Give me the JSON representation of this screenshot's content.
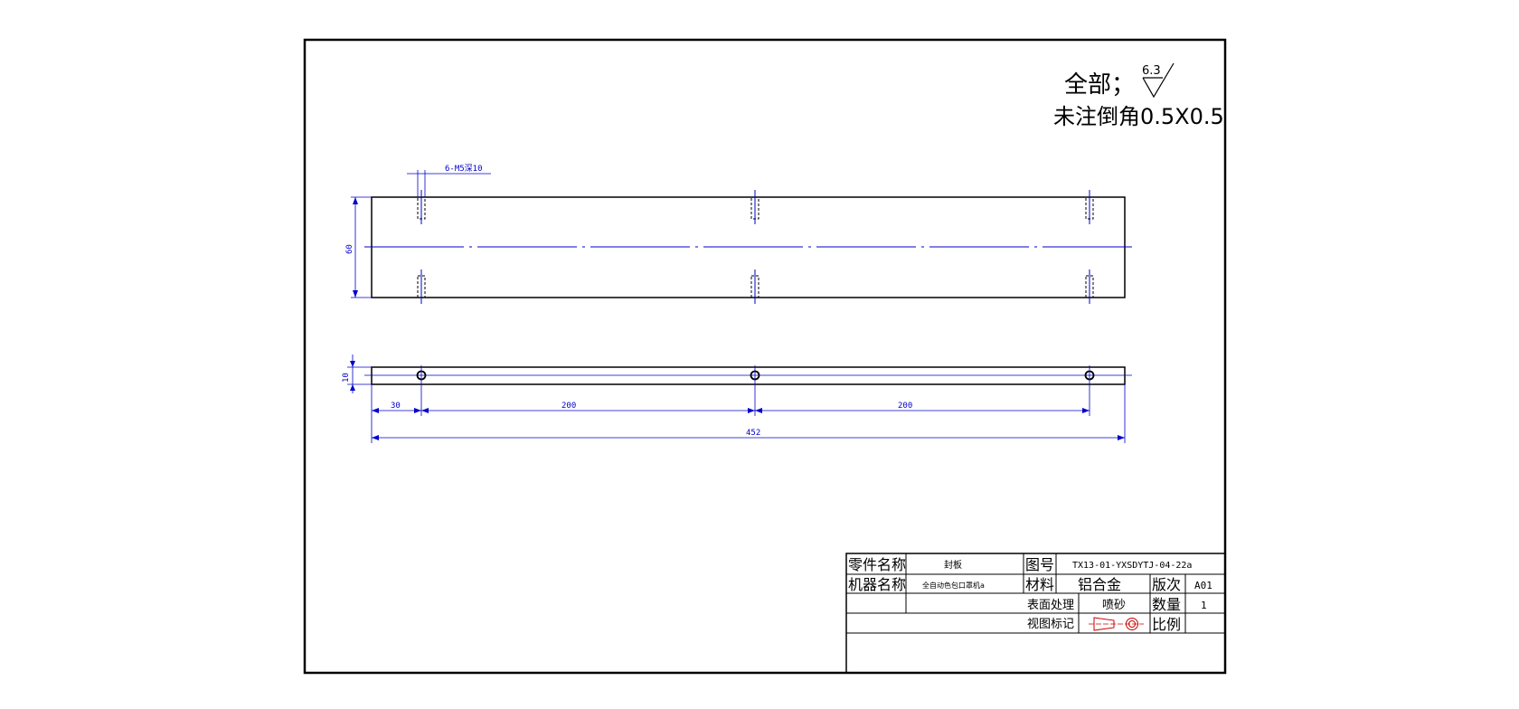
{
  "notes": {
    "surface_prefix": "全部；",
    "roughness_value": "6.3",
    "chamfer_note": "未注倒角0.5X0.5"
  },
  "dimensions": {
    "hole_callout": "6-M5深10",
    "height": "60",
    "thickness": "10",
    "edge_offset": "30",
    "spacing_1": "200",
    "spacing_2": "200",
    "overall_length": "452"
  },
  "title_block": {
    "part_name_label": "零件名称",
    "part_name": "封板",
    "drawing_no_label": "图号",
    "drawing_no": "TX13-01-YXSDYTJ-04-22a",
    "machine_name_label": "机器名称",
    "machine_name": "全自动色包口罩机a",
    "material_label": "材料",
    "material": "铝合金",
    "revision_label": "版次",
    "revision": "A01",
    "surface_treatment_label": "表面处理",
    "surface_treatment": "喷砂",
    "quantity_label": "数量",
    "quantity": "1",
    "view_symbol_label": "视图标记",
    "scale_label": "比例",
    "scale": ""
  },
  "colors": {
    "outline": "#000000",
    "dimension": "#0000cc",
    "centerline": "#0000cc"
  }
}
